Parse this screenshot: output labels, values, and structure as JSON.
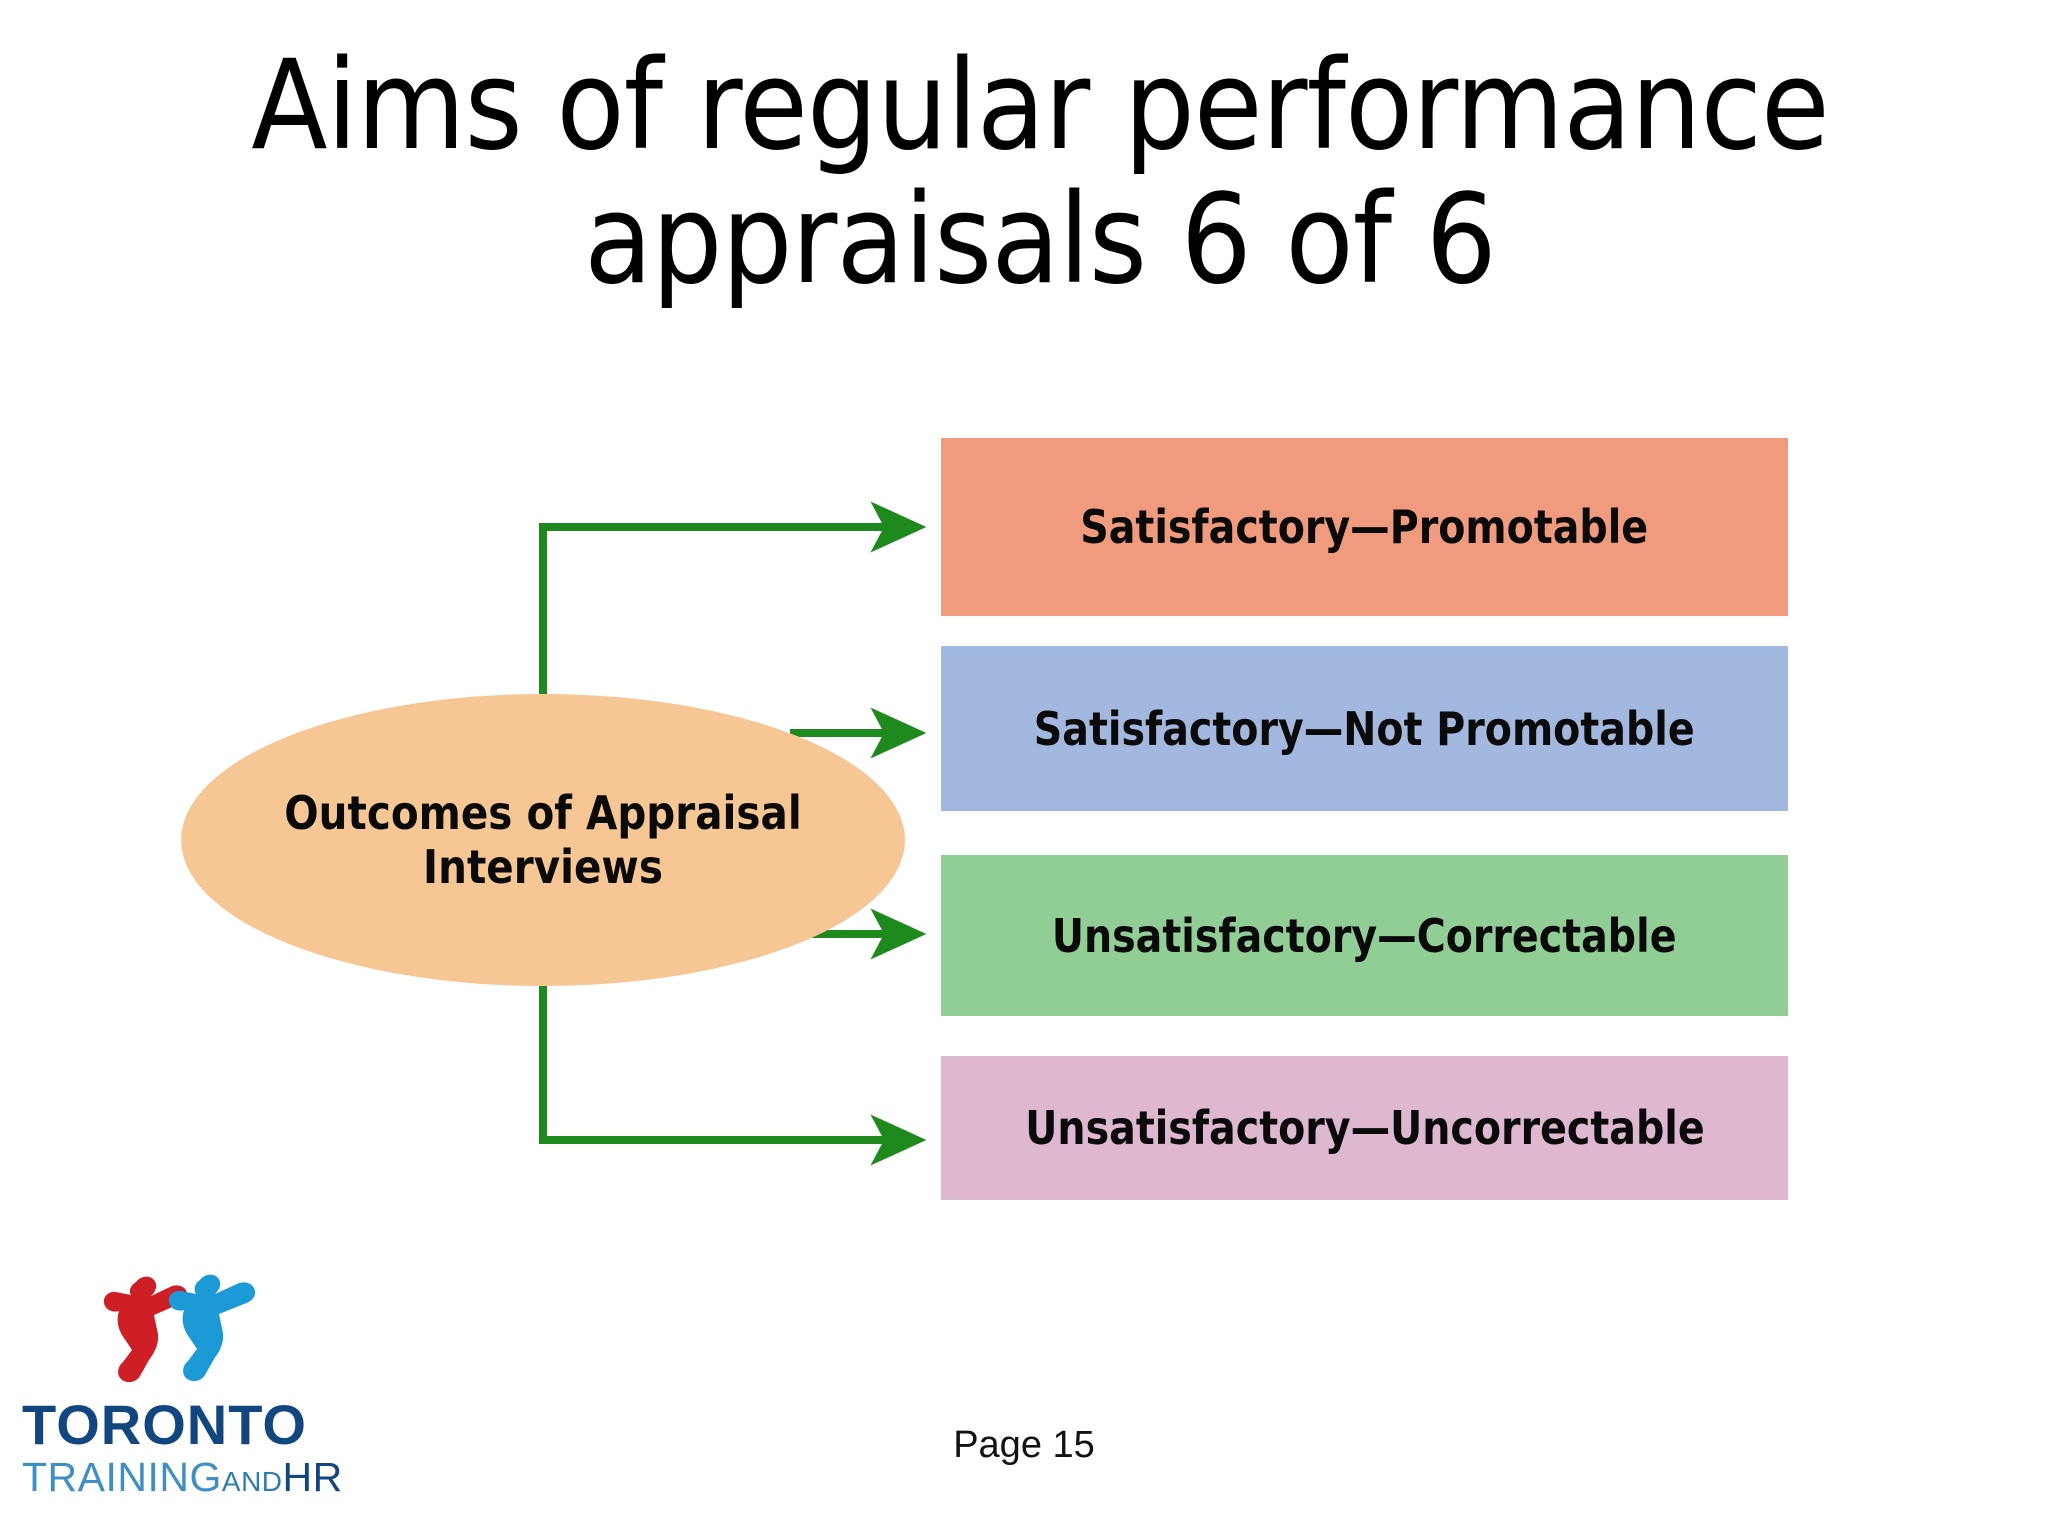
{
  "slide": {
    "title": "Aims of regular performance\nappraisals 6 of 6",
    "page_label": "Page 15",
    "background_color": "#FFFFFF"
  },
  "diagram": {
    "type": "flow",
    "source_node": {
      "label": "Outcomes of Appraisal\nInterviews",
      "shape": "ellipse",
      "fill_color": "#F6C794",
      "text_color": "#0A0A0A"
    },
    "connector_color": "#1E8A1E",
    "outcomes": [
      {
        "label": "Satisfactory—Promotable",
        "fill_color": "#F09B7E",
        "text_color": "#0A0A0A"
      },
      {
        "label": "Satisfactory—Not Promotable",
        "fill_color": "#A3B8DE",
        "text_color": "#0A0A0A"
      },
      {
        "label": "Unsatisfactory—Correctable",
        "fill_color": "#91CE96",
        "text_color": "#0A0A0A"
      },
      {
        "label": "Unsatisfactory—Uncorrectable",
        "fill_color": "#DDB8CF",
        "text_color": "#0A0A0A"
      }
    ]
  },
  "logo": {
    "name": "toronto-training-and-hr-logo",
    "brand": "TORONTO",
    "tagline_main": "TRAINING",
    "tagline_small": "AND",
    "tagline_end": "HR",
    "figure_left_color": "#CE1F26",
    "figure_right_color": "#1C9AD6",
    "brand_color": "#11467F",
    "tagline_color": "#3E8FC4"
  }
}
